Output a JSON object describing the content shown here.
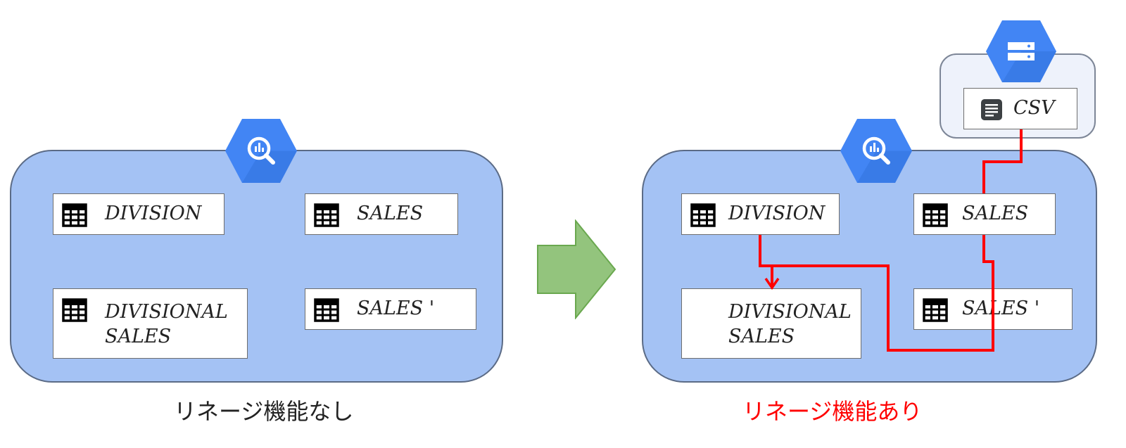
{
  "left": {
    "caption": "リネージ機能なし",
    "tables": {
      "division": "DIVISION",
      "sales": "SALES",
      "divisional_sales_l1": "DIVISIONAL",
      "divisional_sales_l2": "SALES",
      "sales_prime": "SALES '"
    }
  },
  "right": {
    "caption": "リネージ機能あり",
    "tables": {
      "division": "DIVISION",
      "sales": "SALES",
      "divisional_sales_l1": "DIVISIONAL",
      "divisional_sales_l2": "SALES",
      "sales_prime": "SALES '"
    },
    "storage": {
      "file": "CSV"
    }
  },
  "icons": {
    "bigquery": "bigquery-icon",
    "storage": "cloud-storage-icon",
    "table": "table-icon",
    "document": "document-icon",
    "arrow": "right-arrow-icon"
  },
  "colors": {
    "panel_fill": "#a4c2f4",
    "hex_fill": "#4285f4",
    "lineage_line": "#ff0000",
    "arrow_fill": "#93c47d",
    "caption_highlight": "#ff0000"
  }
}
